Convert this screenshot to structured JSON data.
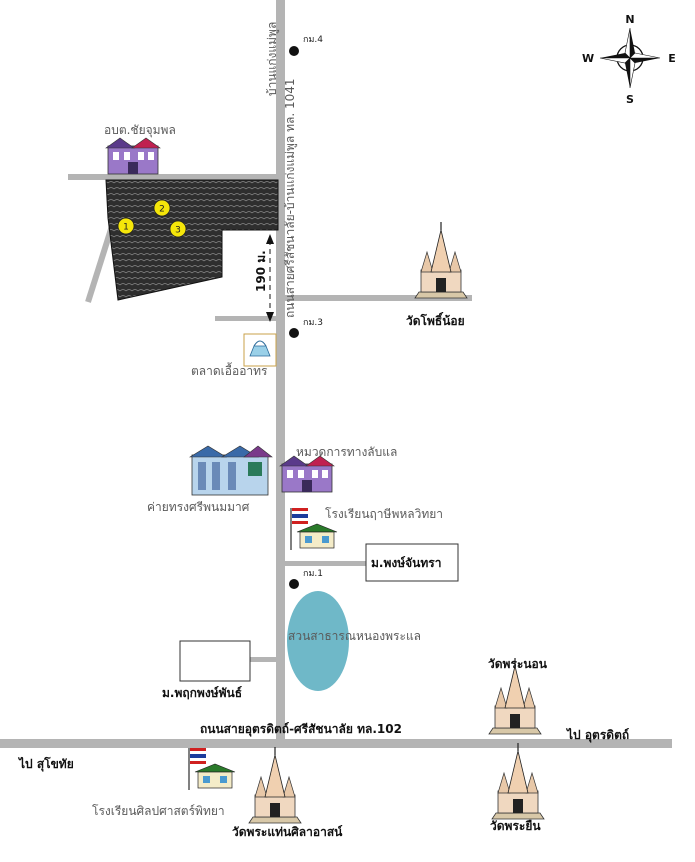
{
  "colors": {
    "road": "#b4b4b4",
    "site": "#3a3a3a",
    "pond": "#6fb8c8",
    "marker": "#f5e60a",
    "box_border": "#333333"
  },
  "compass": {
    "n": "N",
    "s": "S",
    "e": "E",
    "w": "W"
  },
  "roads": {
    "main_vertical_label": "ถนนสายศรีสัชนาลัย-บ้านแก่งแม่พูล ทล. 1041",
    "main_vertical_label_top": "บ้านแก่งแม่พูล",
    "highway_label": "ถนนสายอุตรดิตถ์-ศรีสัชนาลัย ทล.102",
    "to_uttaradit": "ไป อุตรดิตถ์",
    "to_sukhothai": "ไป สุโขทัย"
  },
  "km_markers": [
    "กม.4",
    "กม.3",
    "กม.1"
  ],
  "distance_label": "190 ม.",
  "site_markers": [
    "1",
    "2",
    "3"
  ],
  "places": {
    "obt": "อบต.ชัยจุมพล",
    "wat_pho_noi": "วัดโพธิ์น้อย",
    "market": "ตลาดเอื้ออาทร",
    "highway_unit": "หมวดการทางลับแล",
    "camp": "ค่ายทรงศรีพนมมาศ",
    "school_ruesi": "โรงเรียนฤาษีพหลวิทยา",
    "village_phong": "ม.พงษ์จันทรา",
    "park": "สวนสาธารณหนองพระแล",
    "village_pruek": "ม.พฤกพงษ์พันธ์",
    "wat_phra_non": "วัดพระนอน",
    "school_sin": "โรงเรียนศิลปศาสตร์พิทยา",
    "wat_phra_thaen": "วัดพระแท่นศิลาอาสน์",
    "wat_phra_yuen": "วัดพระยืน"
  }
}
